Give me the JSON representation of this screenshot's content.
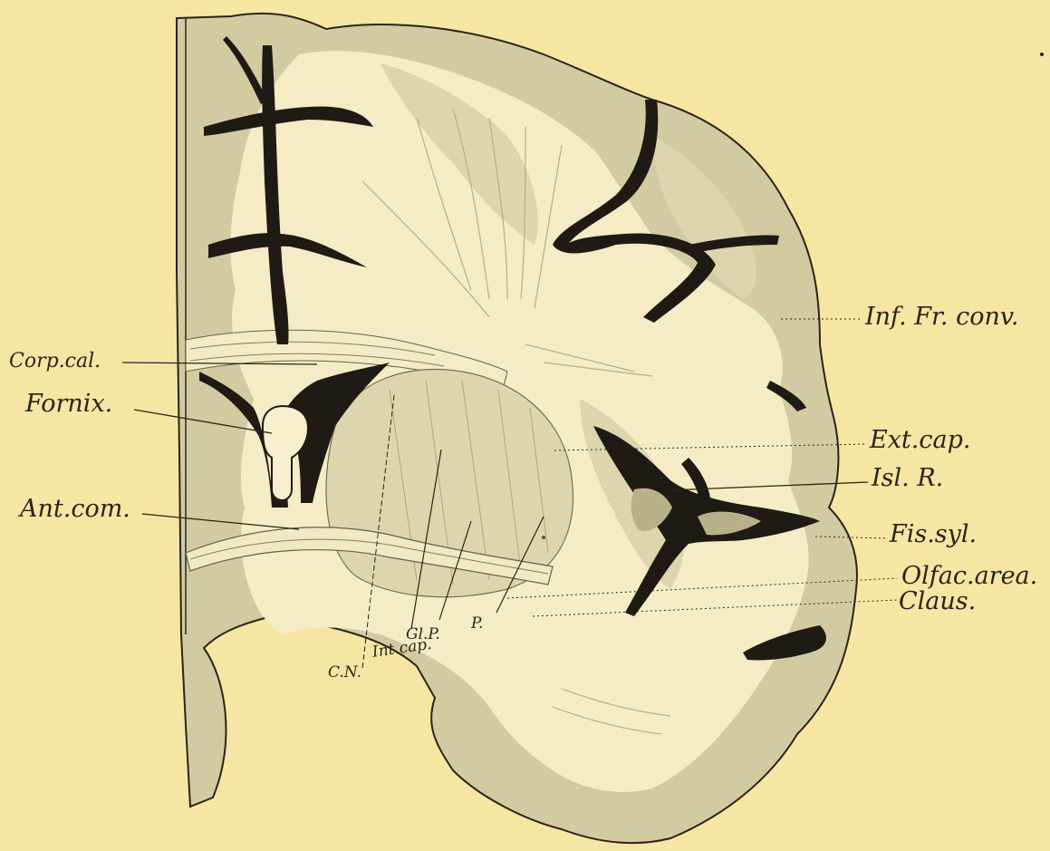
{
  "colors": {
    "paper": "#f6e6a4",
    "grey_matter": "#d2cba2",
    "white_matter": "#f5ecc6",
    "ink": "#1f1a14"
  },
  "labels": {
    "corp_cal": "Corp.cal.",
    "fornix": "Fornix.",
    "ant_com": "Ant.com.",
    "inf_fr_conv": "Inf. Fr. conv.",
    "ext_cap": "Ext.cap.",
    "isl_r": "Isl. R.",
    "fis_syl": "Fis.syl.",
    "olfac_area": "Olfac.area.",
    "claus": "Claus.",
    "cn": "C.N.",
    "int_cap": "Int.cap.",
    "gl_p": "Gl.P.",
    "p": "P."
  }
}
